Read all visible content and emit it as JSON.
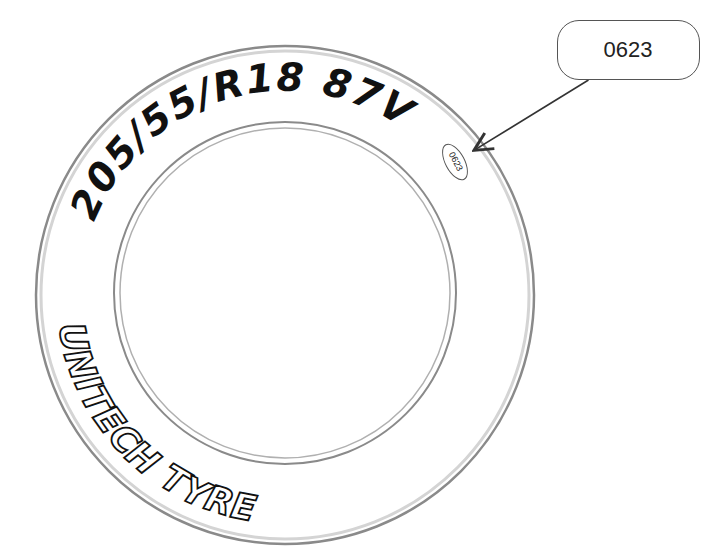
{
  "diagram": {
    "nodes": [
      {
        "text": [
          "0623"
        ]
      },
      {
        "text": [
          "0623"
        ],
        "in": null
      }
    ],
    "edges": [
      {
        "from": 0,
        "to": 1,
        "arrow": "to"
      }
    ],
    "labels": [
      "205/55/R18 87V",
      "UNITECH TYRE"
    ]
  }
}
